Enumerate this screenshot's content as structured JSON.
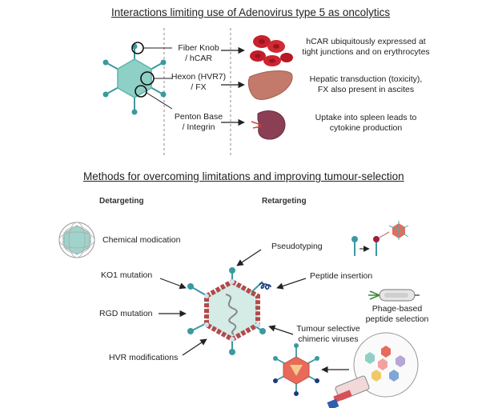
{
  "title_top": "Interactions limiting use of Adenovirus type 5 as oncolytics",
  "interactions": [
    {
      "site_line1": "Fiber Knob",
      "site_line2": "/ hCAR",
      "effect_line1": "hCAR ubiquitously expressed at",
      "effect_line2": "tight junctions and on erythrocytes"
    },
    {
      "site_line1": "Hexon (HVR7)",
      "site_line2": "/ FX",
      "effect_line1": "Hepatic transduction (toxicity),",
      "effect_line2": "FX also present in ascites"
    },
    {
      "site_line1": "Penton Base",
      "site_line2": "/ Integrin",
      "effect_line1": "Uptake into spleen leads to",
      "effect_line2": "cytokine production"
    }
  ],
  "title_bottom": "Methods for overcoming limitations and improving tumour-selection",
  "detargeting": {
    "heading": "Detargeting",
    "chemical": "Chemical modication",
    "ko1": "KO1 mutation",
    "rgd": "RGD mutation",
    "hvr": "HVR modifications"
  },
  "retargeting": {
    "heading": "Retargeting",
    "pseudotyping": "Pseudotyping",
    "peptide": "Peptide insertion",
    "phage_line1": "Phage-based",
    "phage_line2": "peptide selection",
    "chimeric_line1": "Tumour selective",
    "chimeric_line2": "chimeric viruses"
  },
  "colors": {
    "capsid_teal": "#7fc8c0",
    "spike_teal": "#3a9aa0",
    "rbc_red": "#c8202e",
    "liver": "#c47a6a",
    "spleen": "#8a3f55",
    "bead": "#b24a4a",
    "arrow": "#222222"
  }
}
